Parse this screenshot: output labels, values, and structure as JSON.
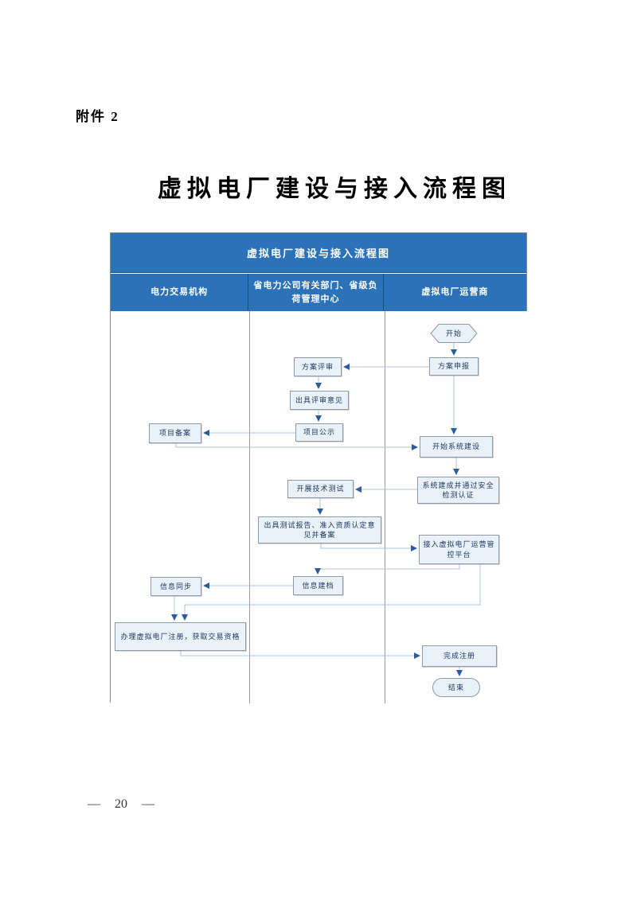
{
  "page": {
    "attachment_label": "附件 2",
    "title": "虚拟电厂建设与接入流程图",
    "page_number": "— 20 —"
  },
  "flowchart": {
    "title": "虚拟电厂建设与接入流程图",
    "lanes": [
      "电力交易机构",
      "省电力公司有关部门、省级负荷管理中心",
      "虚拟电厂运营商"
    ],
    "nodes": [
      {
        "id": "start",
        "shape": "hexagon",
        "lane": "虚拟电厂运营商",
        "label": "开始"
      },
      {
        "id": "scheme-declaration",
        "shape": "rect",
        "lane": "虚拟电厂运营商",
        "label": "方案申报"
      },
      {
        "id": "scheme-review",
        "shape": "rect",
        "lane": "省电力公司有关部门、省级负荷管理中心",
        "label": "方案评审"
      },
      {
        "id": "issue-review-opinion",
        "shape": "rect",
        "lane": "省电力公司有关部门、省级负荷管理中心",
        "label": "出具评审意见"
      },
      {
        "id": "project-publicity",
        "shape": "rect",
        "lane": "省电力公司有关部门、省级负荷管理中心",
        "label": "项目公示"
      },
      {
        "id": "project-filing",
        "shape": "rect",
        "lane": "电力交易机构",
        "label": "项目备案"
      },
      {
        "id": "start-system-construction",
        "shape": "rect",
        "lane": "虚拟电厂运营商",
        "label": "开始系统建设"
      },
      {
        "id": "system-built-security-certified",
        "shape": "rect",
        "lane": "虚拟电厂运营商",
        "label": "系统建成并通过安全检测认证"
      },
      {
        "id": "conduct-technical-testing",
        "shape": "rect",
        "lane": "省电力公司有关部门、省级负荷管理中心",
        "label": "开展技术测试"
      },
      {
        "id": "issue-test-report-filing",
        "shape": "rect",
        "lane": "省电力公司有关部门、省级负荷管理中心",
        "label": "出具测试报告、准入资质认定意见并备案"
      },
      {
        "id": "access-vpp-management-platform",
        "shape": "rect",
        "lane": "虚拟电厂运营商",
        "label": "接入虚拟电厂运营管控平台"
      },
      {
        "id": "information-archiving",
        "shape": "rect",
        "lane": "省电力公司有关部门、省级负荷管理中心",
        "label": "信息建档"
      },
      {
        "id": "information-sync",
        "shape": "rect",
        "lane": "电力交易机构",
        "label": "信息同步"
      },
      {
        "id": "register-vpp-obtain-trading-qualification",
        "shape": "rect",
        "lane": "电力交易机构",
        "label": "办理虚拟电厂注册，获取交易资格"
      },
      {
        "id": "complete-registration",
        "shape": "rect",
        "lane": "虚拟电厂运营商",
        "label": "完成注册"
      },
      {
        "id": "end",
        "shape": "stadium",
        "lane": "虚拟电厂运营商",
        "label": "结束"
      }
    ],
    "edges": [
      {
        "from": "start",
        "to": "scheme-declaration"
      },
      {
        "from": "scheme-declaration",
        "to": "scheme-review"
      },
      {
        "from": "scheme-review",
        "to": "issue-review-opinion"
      },
      {
        "from": "issue-review-opinion",
        "to": "project-publicity"
      },
      {
        "from": "project-publicity",
        "to": "project-filing"
      },
      {
        "from": "project-filing",
        "to": "start-system-construction"
      },
      {
        "from": "scheme-declaration",
        "to": "start-system-construction"
      },
      {
        "from": "start-system-construction",
        "to": "system-built-security-certified"
      },
      {
        "from": "system-built-security-certified",
        "to": "conduct-technical-testing"
      },
      {
        "from": "conduct-technical-testing",
        "to": "issue-test-report-filing"
      },
      {
        "from": "issue-test-report-filing",
        "to": "access-vpp-management-platform"
      },
      {
        "from": "access-vpp-management-platform",
        "to": "information-archiving"
      },
      {
        "from": "information-archiving",
        "to": "information-sync"
      },
      {
        "from": "information-sync",
        "to": "register-vpp-obtain-trading-qualification"
      },
      {
        "from": "access-vpp-management-platform",
        "to": "register-vpp-obtain-trading-qualification"
      },
      {
        "from": "register-vpp-obtain-trading-qualification",
        "to": "complete-registration"
      },
      {
        "from": "complete-registration",
        "to": "end"
      }
    ],
    "colors": {
      "header_blue": "#2b72b8",
      "header_divider": "#1b4e79",
      "node_fill": "#e9f1f9",
      "node_border": "#8e9aa5",
      "node_text": "#1f3864",
      "connector_line": "#aec3dc",
      "arrowhead": "#2b5c9b",
      "lane_divider": "#9a9a9a"
    }
  }
}
